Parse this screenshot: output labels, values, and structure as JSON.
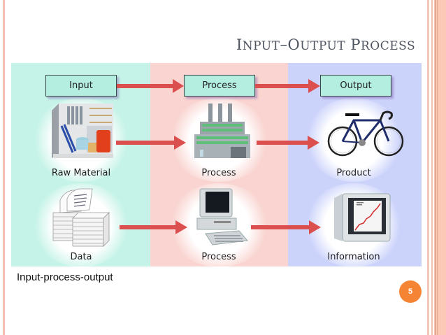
{
  "slide": {
    "title": "Input–Output Process",
    "title_parts": [
      {
        "cap": "I",
        "rest": "NPUT"
      },
      {
        "cap": "–O",
        "rest": "UTPUT"
      },
      {
        "cap": " P",
        "rest": "ROCESS"
      }
    ],
    "caption": "Input-process-output",
    "page_number": "5"
  },
  "colors": {
    "input_band": "#c5f3e7",
    "process_band": "#f9d4d0",
    "output_band": "#ccd3fb",
    "arrow": "#dc4f4f",
    "header_box": "#b3eee0",
    "page_badge": "#f58535",
    "border_accent": "#f4c1b0"
  },
  "diagram": {
    "columns": [
      {
        "id": "input",
        "header": "Input"
      },
      {
        "id": "process",
        "header": "Process"
      },
      {
        "id": "output",
        "header": "Output"
      }
    ],
    "rows": [
      {
        "input": {
          "label": "Raw Material",
          "icon": "warehouse-icon"
        },
        "process": {
          "label": "Process",
          "icon": "factory-icon"
        },
        "output": {
          "label": "Product",
          "icon": "bicycle-icon"
        }
      },
      {
        "input": {
          "label": "Data",
          "icon": "paper-stack-icon"
        },
        "process": {
          "label": "Process",
          "icon": "computer-icon"
        },
        "output": {
          "label": "Information",
          "icon": "monitor-chart-icon"
        }
      }
    ]
  }
}
